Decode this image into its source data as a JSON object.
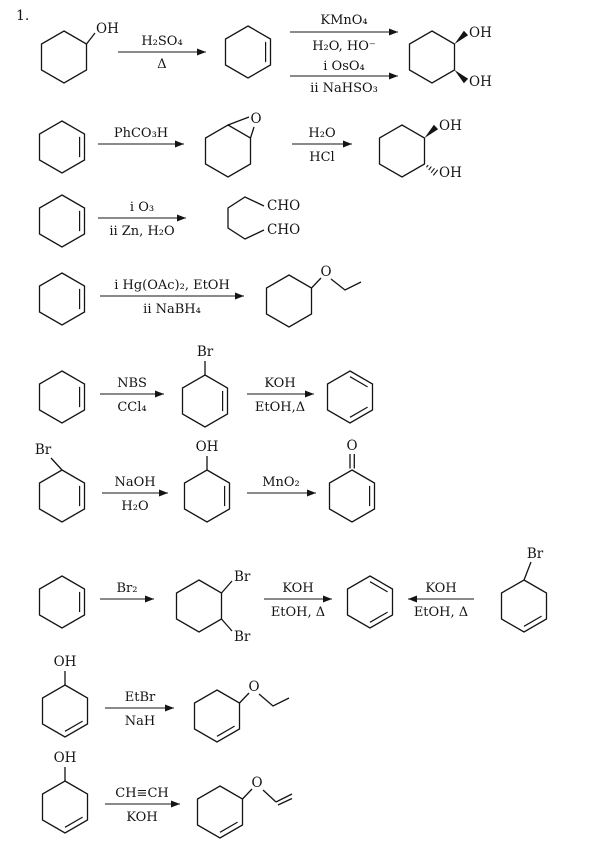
{
  "page": {
    "item_number": "1.",
    "ink_color": "#141414",
    "background": "#ffffff"
  },
  "reactions": {
    "r1": {
      "start_substituent": "OH",
      "step1": {
        "above": "H₂SO₄",
        "below": "Δ"
      },
      "step2a": {
        "above": "KMnO₄",
        "below": "H₂O, HO⁻"
      },
      "step2b": {
        "above": "i OsO₄",
        "below": "ii NaHSO₃"
      },
      "product_oh_top": "OH",
      "product_oh_bottom": "OH"
    },
    "r2": {
      "step1": {
        "above": "PhCO₃H"
      },
      "epoxide_o": "O",
      "step2": {
        "above": "H₂O",
        "below": "HCl"
      },
      "product_oh_top": "OH",
      "product_oh_bottom": "OH"
    },
    "r3": {
      "step1": {
        "above": "i O₃",
        "below": "ii Zn, H₂O"
      },
      "product_cho_top": "CHO",
      "product_cho_bottom": "CHO"
    },
    "r4": {
      "step1": {
        "above": "i Hg(OAc)₂, EtOH",
        "below": "ii NaBH₄"
      },
      "product_o": "O"
    },
    "r5": {
      "step1": {
        "above": "NBS",
        "below": "CCl₄"
      },
      "intermediate_br": "Br",
      "step2": {
        "above": "KOH",
        "below": "EtOH,Δ"
      }
    },
    "r6": {
      "start_br": "Br",
      "step1": {
        "above": "NaOH",
        "below": "H₂O"
      },
      "intermediate_oh": "OH",
      "step2": {
        "above": "MnO₂"
      },
      "product_o": "O"
    },
    "r7": {
      "step1": {
        "above": "Br₂"
      },
      "dibromide_br_top": "Br",
      "dibromide_br_bottom": "Br",
      "step2": {
        "above": "KOH",
        "below": "EtOH, Δ"
      },
      "step3": {
        "above": "KOH",
        "below": "EtOH, Δ"
      },
      "right_start_br": "Br"
    },
    "r8": {
      "start_oh": "OH",
      "step1": {
        "above": "EtBr",
        "below": "NaH"
      },
      "product_o": "O"
    },
    "r9": {
      "start_oh": "OH",
      "step1": {
        "above": "CH≡CH",
        "below": "KOH"
      },
      "product_o": "O"
    }
  }
}
